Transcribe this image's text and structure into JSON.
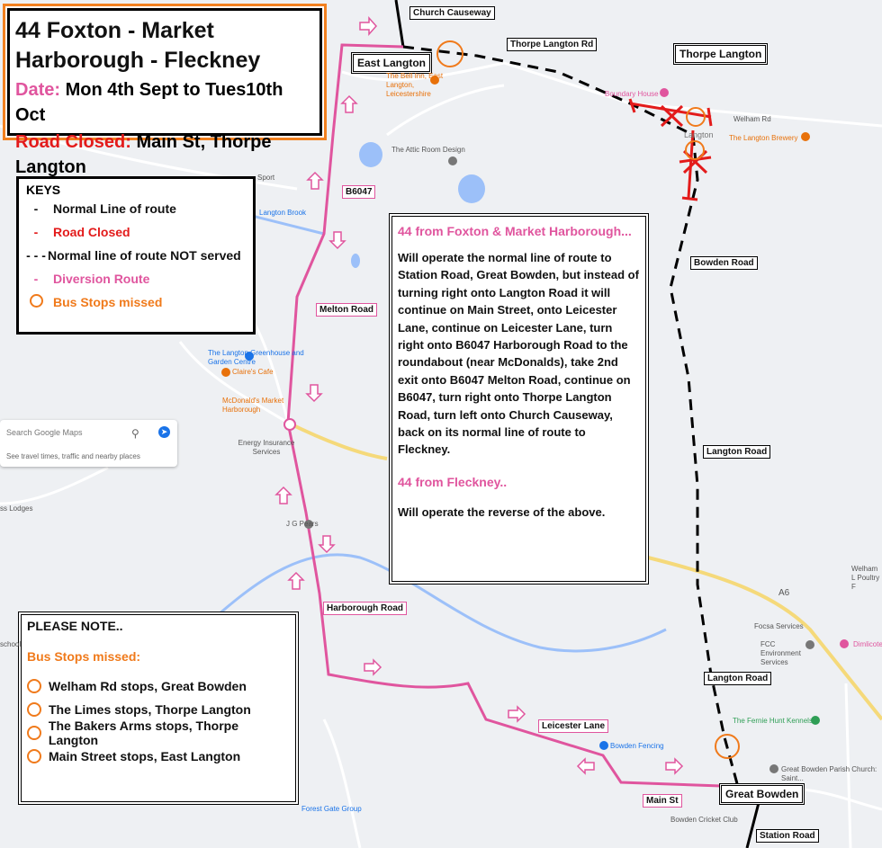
{
  "title": {
    "route_line1": "44 Foxton - Market",
    "route_line2": "Harborough - Fleckney",
    "date_label": "Date:",
    "date_value": "Mon 4th Sept to Tues10th Oct",
    "closed_label": "Road Closed:",
    "closed_value": "Main St, Thorpe Langton"
  },
  "keys": {
    "title": "KEYS",
    "items": [
      {
        "symbol": "-",
        "label": "Normal Line of route",
        "color": "#111111"
      },
      {
        "symbol": "-",
        "label": "Road Closed",
        "color": "#e31b1b"
      },
      {
        "symbol": "- - -",
        "label": "Normal line of route NOT served",
        "color": "#111111"
      },
      {
        "symbol": "-",
        "label": "Diversion Route",
        "color": "#e0559e"
      },
      {
        "symbol": "circle",
        "label": "Bus Stops missed",
        "color": "#f07a1b"
      }
    ]
  },
  "info": {
    "heading1": "44 from Foxton & Market Harborough...",
    "body1": "Will operate the normal line of route to Station Road, Great Bowden, but instead of turning right onto Langton Road it will continue on Main Street, onto Leicester Lane, continue on Leicester Lane, turn right onto B6047 Harborough Road to the roundabout (near McDonalds), take 2nd exit onto B6047 Melton Road, continue on B6047, turn right onto Thorpe Langton Road, turn left onto Church Causeway, back on its normal line of route to Fleckney.",
    "heading2": "44 from Fleckney..",
    "body2": "Will operate the reverse of the above."
  },
  "note": {
    "title": "PLEASE NOTE..",
    "subtitle": "Bus Stops missed:",
    "items": [
      "Welham Rd stops, Great Bowden",
      "The Limes stops, Thorpe Langton",
      "The Bakers Arms stops, Thorpe Langton",
      "Main Street stops, East Langton"
    ]
  },
  "road_labels": {
    "church_causeway": "Church Causeway",
    "thorpe_langton_rd": "Thorpe Langton Rd",
    "east_langton": "East Langton",
    "thorpe_langton": "Thorpe Langton",
    "b6047": "B6047",
    "bowden_road": "Bowden Road",
    "melton_road": "Melton Road",
    "langton_road_1": "Langton Road",
    "harborough_road": "Harborough Road",
    "langton_road_2": "Langton Road",
    "leicester_lane": "Leicester Lane",
    "main_st": "Main St",
    "great_bowden": "Great Bowden",
    "station_road": "Station Road"
  },
  "search": {
    "placeholder": "Search Google Maps",
    "subtitle": "See travel times, traffic and nearby places",
    "search_icon": "magnifier-icon",
    "directions_icon": "directions-icon"
  },
  "pois": {
    "bell_inn": "The Bell Inn, East Langton, Leicestershire",
    "boundary_house": "Boundary House",
    "attic_room": "The Attic Room Design",
    "langton_brewery": "The Langton Brewery",
    "greenhouse": "The Langton Greenhouse and Garden Centre",
    "claires_cafe": "Claire's Cafe",
    "mcdonalds": "McDonald's Market Harborough",
    "energy_insurance": "Energy Insurance Services",
    "jg_pears": "J G Pears",
    "focsa": "Focsa Services",
    "fcc": "FCC Environment Services",
    "dimlicote": "Dimlicote",
    "fernie": "The Fernie Hunt Kennels",
    "bowden_fencing": "Bowden Fencing",
    "bowden_church": "Great Bowden Parish Church: Saint...",
    "cricket_club": "Bowden Cricket Club",
    "forest_gate": "Forest Gate Group",
    "welham_poultry": "Welham L Poultry F",
    "langton": "Langton",
    "welham_road": "Welham Rd",
    "langton_brook": "Langton Brook",
    "a6": "A6",
    "sport": "Sport",
    "lodges": "ss Lodges",
    "school": "school"
  },
  "colors": {
    "diversion": "#e0559e",
    "closed": "#e31b1b",
    "missed_stop": "#f07a1b",
    "map_bg": "#eef0f3",
    "water": "#9cc0f9",
    "major_road": "#f5d97a"
  }
}
